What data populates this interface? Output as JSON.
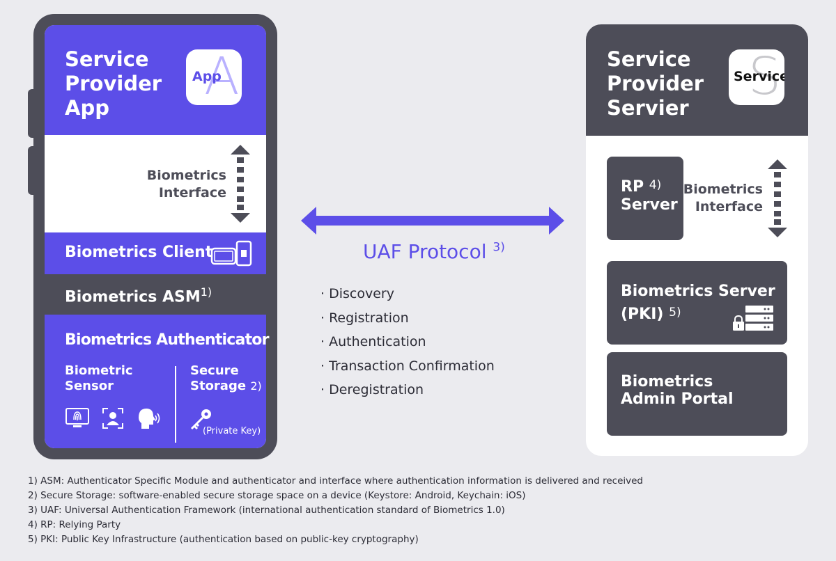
{
  "phone": {
    "title_lines": [
      "Service",
      "Provider",
      "App"
    ],
    "app_icon_label": "App",
    "app_icon_letter": "A",
    "interface_lines": [
      "Biometrics",
      "Interface"
    ],
    "client_label": "Biometrics Client",
    "asm_label": "Biometrics ASM",
    "asm_sup": "1)",
    "authenticator_label": "Biometrics Authenticator",
    "sensor_lines": [
      "Biometric",
      "Sensor"
    ],
    "storage_lines": [
      "Secure",
      "Storage"
    ],
    "storage_sup": "2)",
    "private_key": "(Private Key)"
  },
  "protocol": {
    "label": "UAF Protocol",
    "sup": "3)",
    "items": [
      "· Discovery",
      "· Registration",
      "· Authentication",
      "· Transaction Confirmation",
      "· Deregistration"
    ]
  },
  "server": {
    "title_lines": [
      "Service",
      "Provider",
      "Servier"
    ],
    "icon_label": "Service",
    "icon_letter": "S",
    "rp_lines": [
      "RP",
      "Server"
    ],
    "rp_sup": "4)",
    "interface_lines": [
      "Biometrics",
      "Interface"
    ],
    "bio_server_lines": [
      "Biometrics Server",
      "(PKI)"
    ],
    "bio_server_sup": "5)",
    "admin_lines": [
      "Biometrics",
      "Admin Portal"
    ]
  },
  "footnotes": [
    "1) ASM: Authenticator Specific Module and authenticator and interface where authentication information is delivered and received",
    "2) Secure Storage: software-enabled secure storage space on a device (Keystore: Android, Keychain: iOS)",
    "3) UAF: Universal Authentication Framework (international authentication standard of Biometrics 1.0)",
    "4) RP: Relying Party",
    "5) PKI: Public Key Infrastructure (authentication based on public-key cryptography)"
  ],
  "colors": {
    "accent": "#5c4ee8",
    "dark": "#4d4d58",
    "background": "#ebebef"
  }
}
